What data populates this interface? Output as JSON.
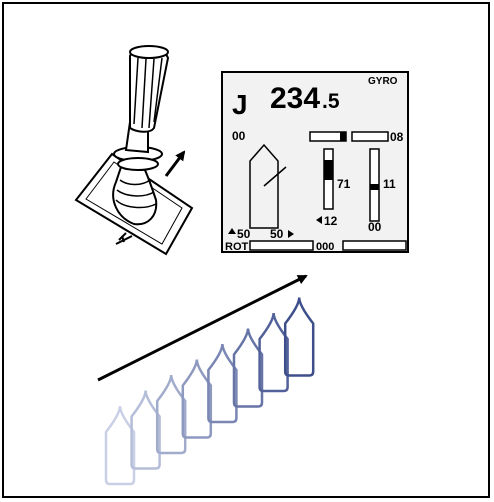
{
  "display": {
    "mode_letter": "J",
    "heading_main": "234",
    "heading_decimal": ".5",
    "source": "GYRO",
    "rudder_angle": "00",
    "right_bar_value": "08",
    "thruster_left_value": "71",
    "thruster_right_value": "11",
    "lower_left_value": "12",
    "lower_right_value": "00",
    "port_value": "50",
    "starboard_value": "50",
    "rot_label": "ROT",
    "rot_value": "000"
  },
  "colors": {
    "outline": "#000000",
    "screen_bg": "#f2f2f2",
    "hull_far": "#c9d0e6",
    "hull_near": "#3e4f8c"
  },
  "icons": {
    "joystick": "joystick-lever-icon",
    "direction_arrow": "arrow-up-right-icon",
    "trajectory_arrow": "trajectory-arrow-icon"
  },
  "sequence": {
    "hull_count": 8
  }
}
